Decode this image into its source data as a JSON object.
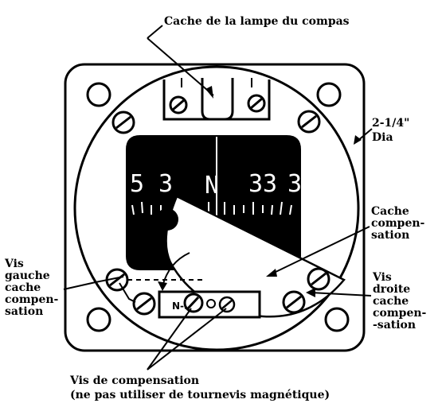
{
  "labels": {
    "lamp_cover": "Cache de la lampe du compas",
    "diameter_line1": "2-1/4\"",
    "diameter_line2": "Dia",
    "compensation_cover": [
      "Cache",
      "compen-",
      "sation"
    ],
    "left_screw": [
      "Vis",
      "gauche",
      "cache",
      "compen-",
      "sation"
    ],
    "right_screw": [
      "Vis",
      "droite",
      "cache",
      "compen-",
      "-sation"
    ],
    "adjust_screws_line1": "Vis de compensation",
    "adjust_screws_line2": "(ne pas utiliser de tournevis magnétique)"
  },
  "compass_card": {
    "markings": [
      "5",
      "3",
      "N",
      "33",
      "3"
    ]
  },
  "adjuster_plate": {
    "marking": "N-S"
  },
  "colors": {
    "ink": "#000000",
    "paper": "#ffffff"
  }
}
